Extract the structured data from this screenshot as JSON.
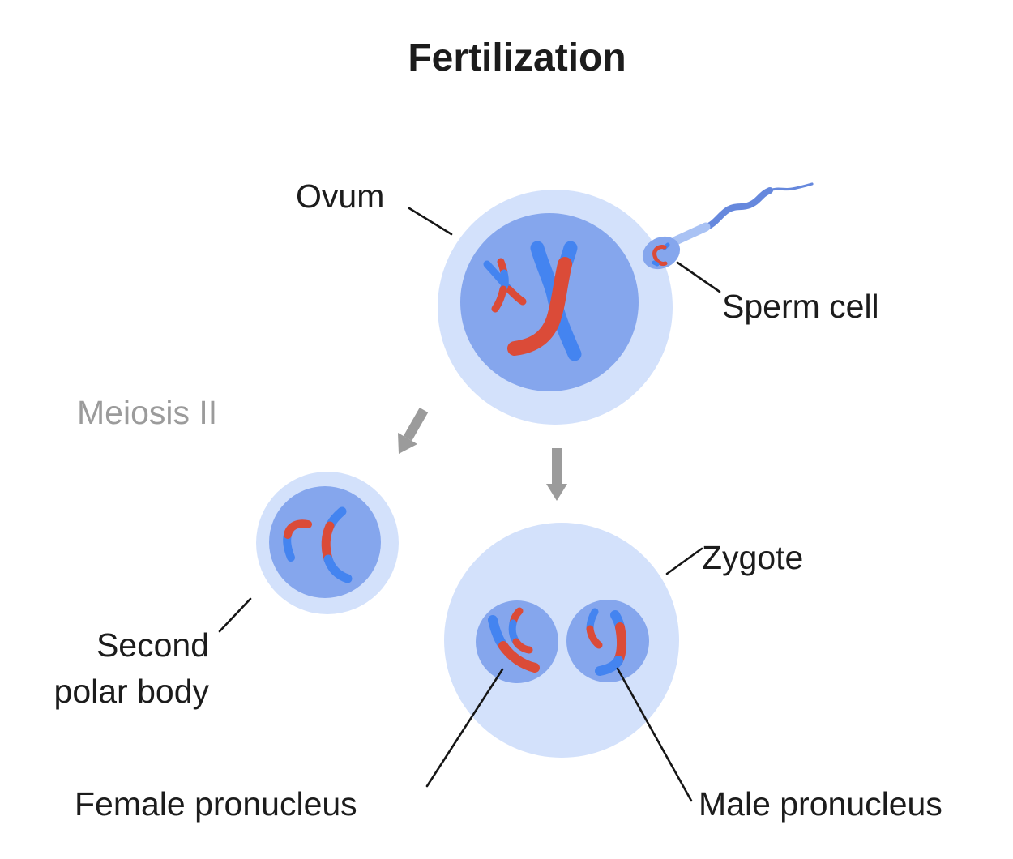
{
  "title": "Fertilization",
  "labels": {
    "ovum": "Ovum",
    "sperm_cell": "Sperm cell",
    "meiosis": "Meiosis II",
    "second_polar_body_line1": "Second",
    "second_polar_body_line2": "polar body",
    "zygote": "Zygote",
    "female_pronucleus": "Female pronucleus",
    "male_pronucleus": "Male pronucleus"
  },
  "colors": {
    "cell-outer": "#d3e1fb",
    "cell-inner": "#85a6ed",
    "chromosome-blue": "#4484f0",
    "chromosome-red": "#db4b38",
    "sperm-neck": "#a9c2f4",
    "sperm-tail": "#6688dd",
    "arrow-gray": "#9b9b9b",
    "label-text": "#1c1c1c",
    "muted-text": "#9b9b9b",
    "leader-line": "#161616"
  }
}
